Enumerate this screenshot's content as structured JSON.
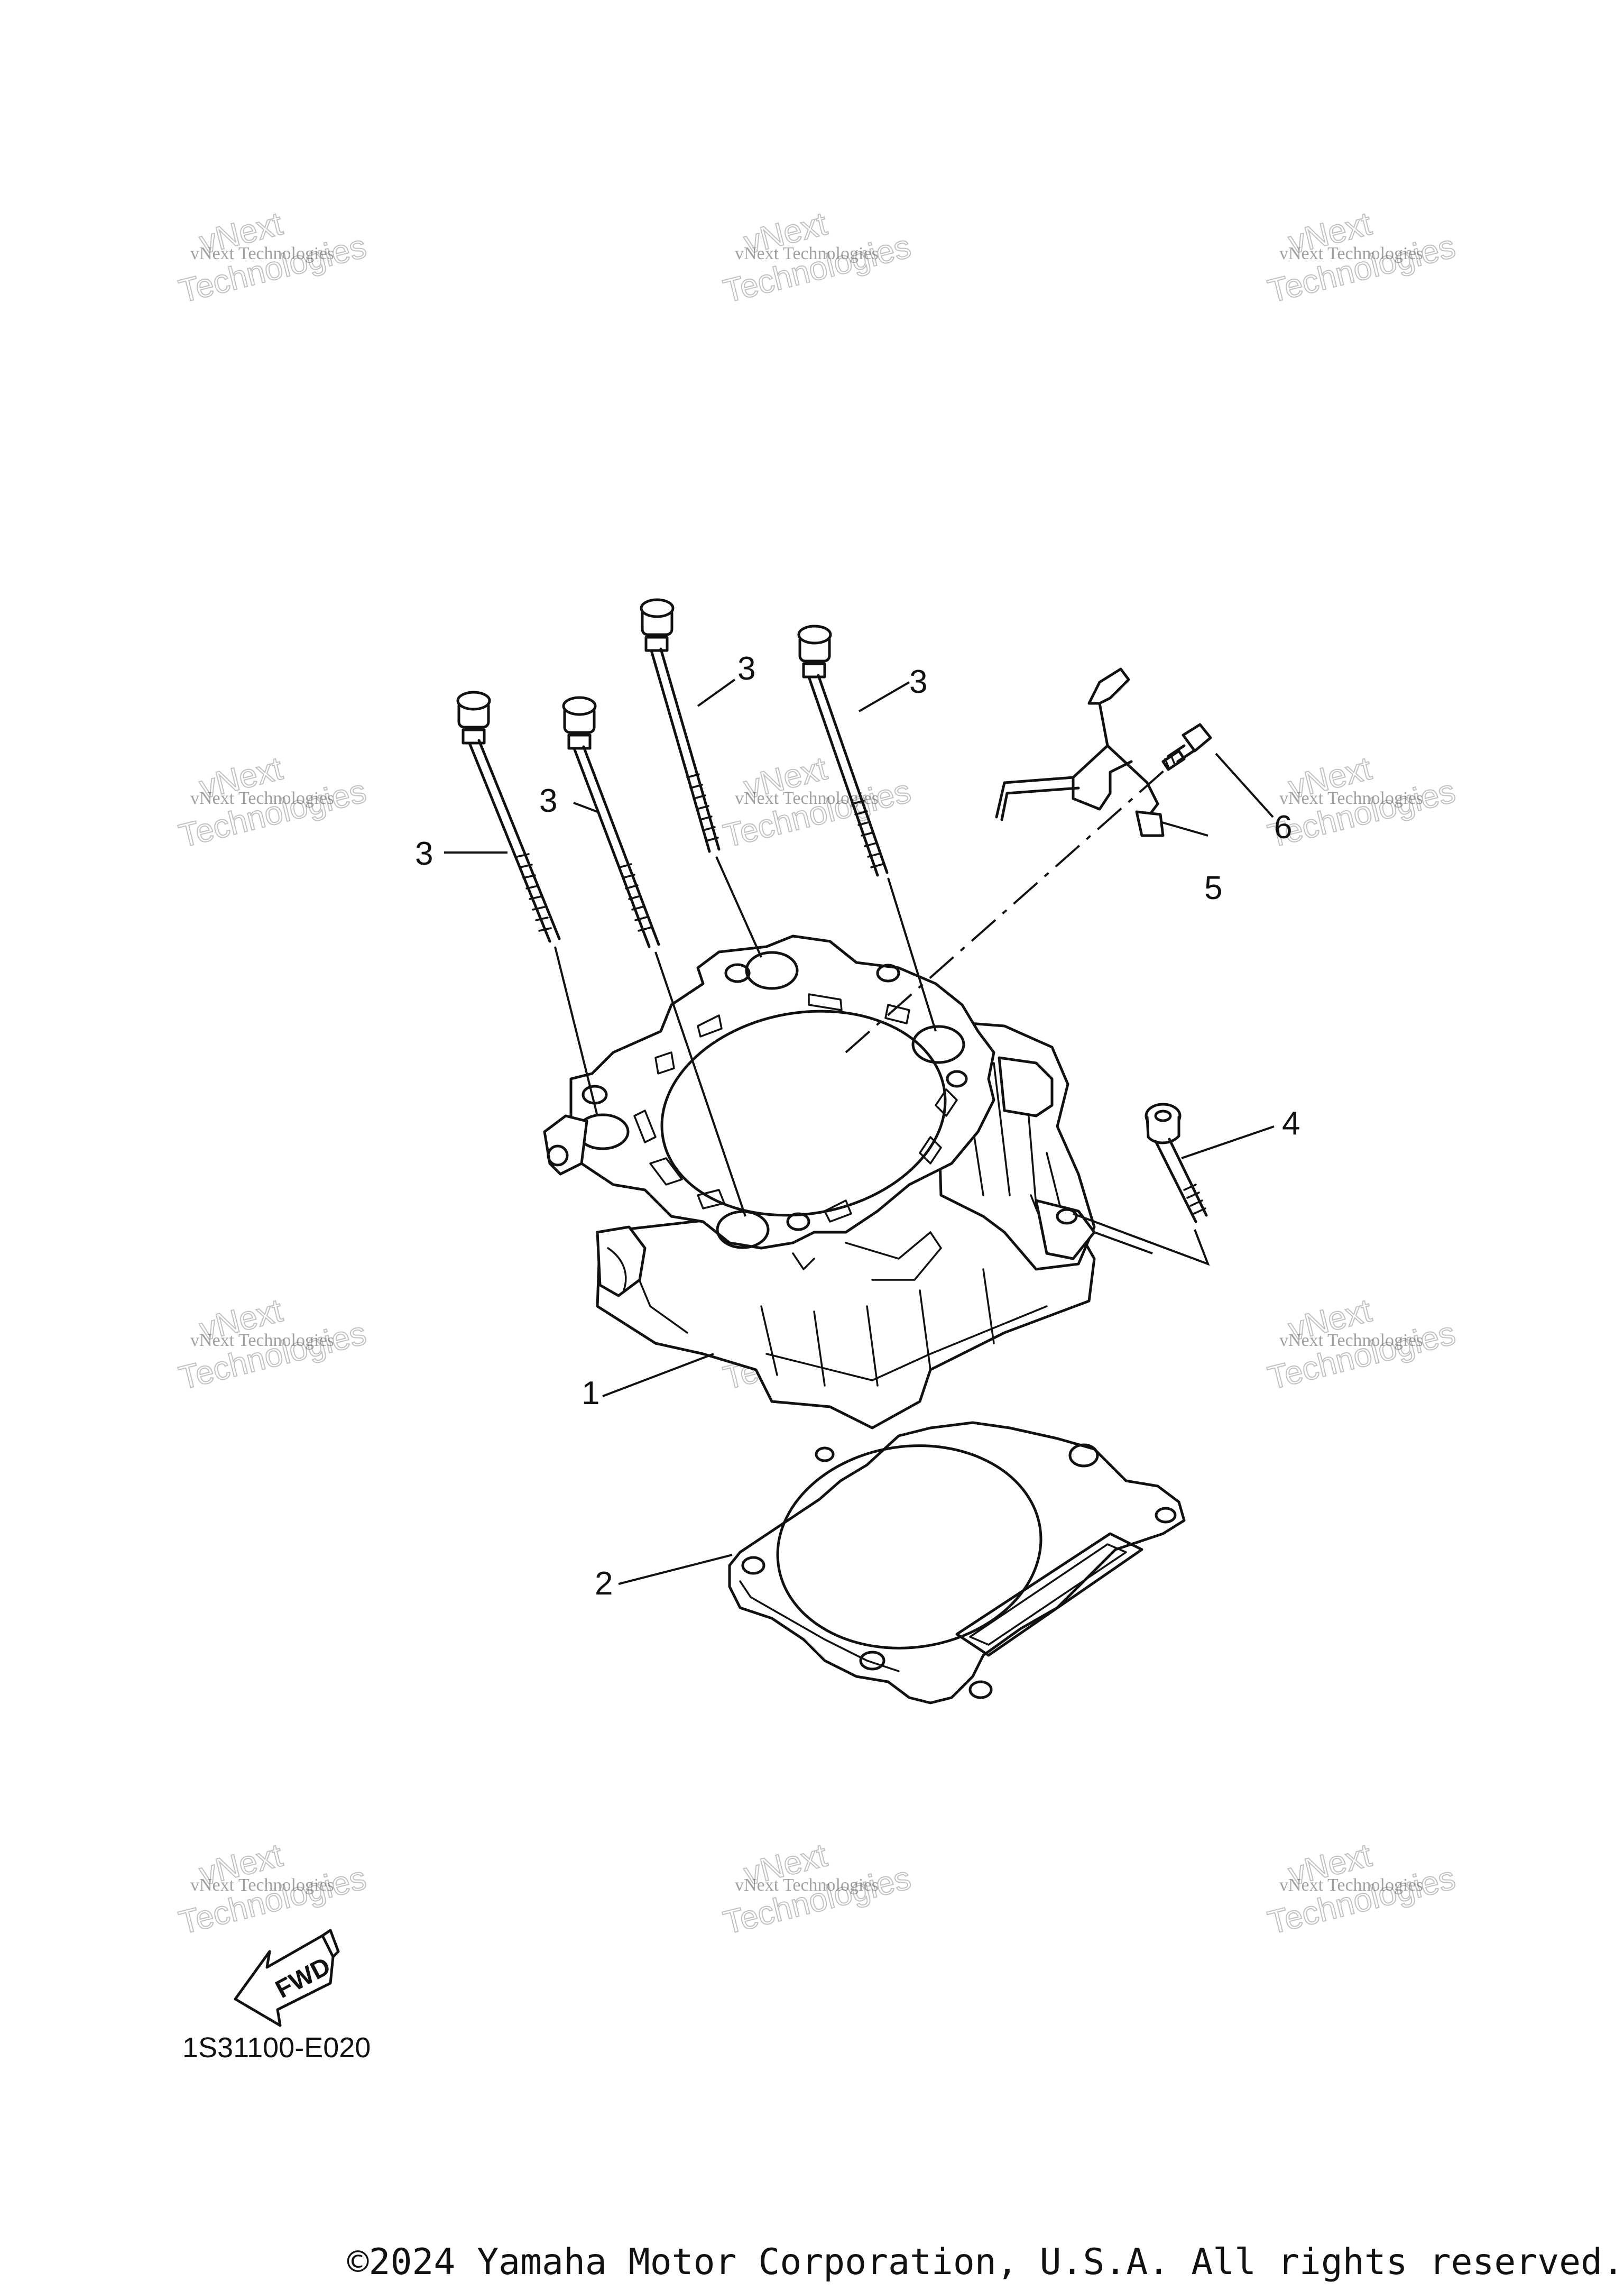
{
  "watermark": {
    "line1": "vNext Technologies",
    "line2": "vNext",
    "line3": "Technologies"
  },
  "callouts": {
    "cylinder": "1",
    "gasket": "2",
    "bolt_a": "3",
    "bolt_b": "3",
    "bolt_c": "3",
    "bolt_d": "3",
    "bolt_4": "4",
    "clamp_5": "5",
    "bolt_6": "6"
  },
  "fwd_label": "FWD",
  "diagram_code": "1S31100-E020",
  "copyright": "©2024 Yamaha Motor Corporation, U.S.A. All rights reserved.",
  "colors": {
    "ink": "#111111",
    "background": "#ffffff",
    "watermark": "#777777"
  }
}
